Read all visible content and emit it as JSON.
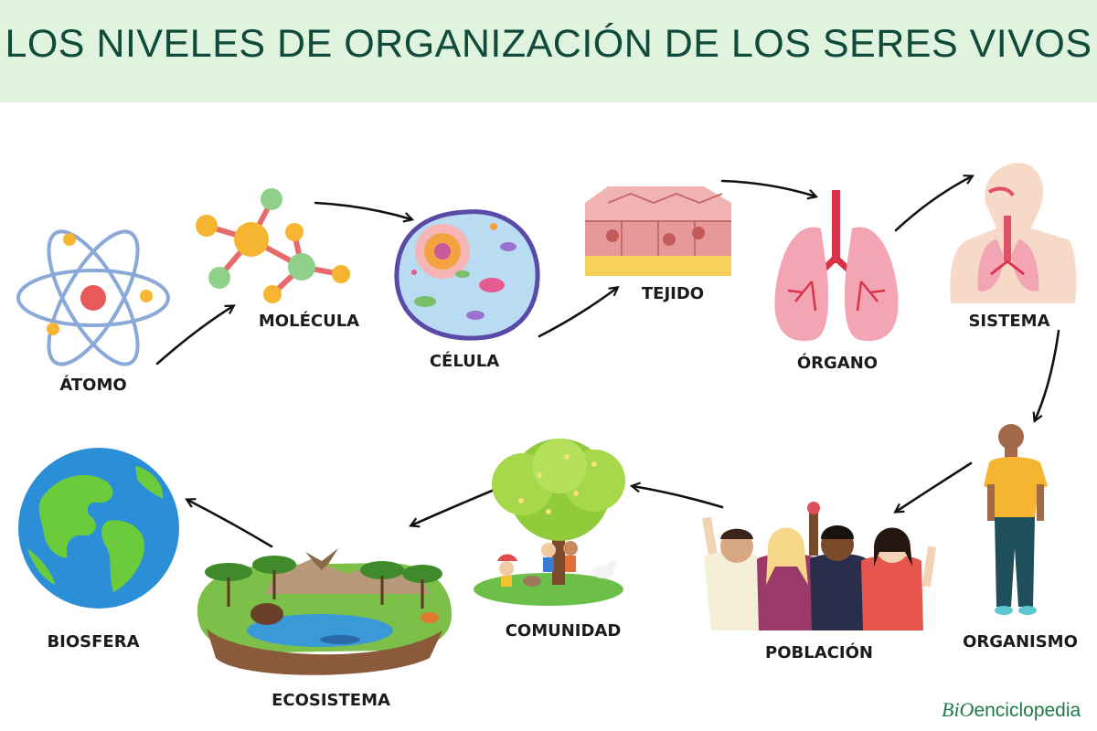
{
  "header": {
    "title": "LOS NIVELES DE ORGANIZACIÓN DE LOS SERES VIVOS"
  },
  "levels": [
    {
      "label": "ÁTOMO",
      "icon": "atom-icon"
    },
    {
      "label": "MOLÉCULA",
      "icon": "molecule-icon"
    },
    {
      "label": "CÉLULA",
      "icon": "cell-icon"
    },
    {
      "label": "TEJIDO",
      "icon": "tissue-icon"
    },
    {
      "label": "ÓRGANO",
      "icon": "lungs-icon"
    },
    {
      "label": "SISTEMA",
      "icon": "respiratory-system-icon"
    },
    {
      "label": "ORGANISMO",
      "icon": "person-icon"
    },
    {
      "label": "POBLACIÓN",
      "icon": "people-group-icon"
    },
    {
      "label": "COMUNIDAD",
      "icon": "tree-community-icon"
    },
    {
      "label": "ECOSISTEMA",
      "icon": "ecosystem-icon"
    },
    {
      "label": "BIOSFERA",
      "icon": "earth-globe-icon"
    }
  ],
  "brand": {
    "mark": "BiO",
    "rest": "enciclopedia"
  },
  "colors": {
    "header_bg": "#dff3df",
    "title": "#0f4a3a",
    "brand": "#1f7a4a"
  }
}
